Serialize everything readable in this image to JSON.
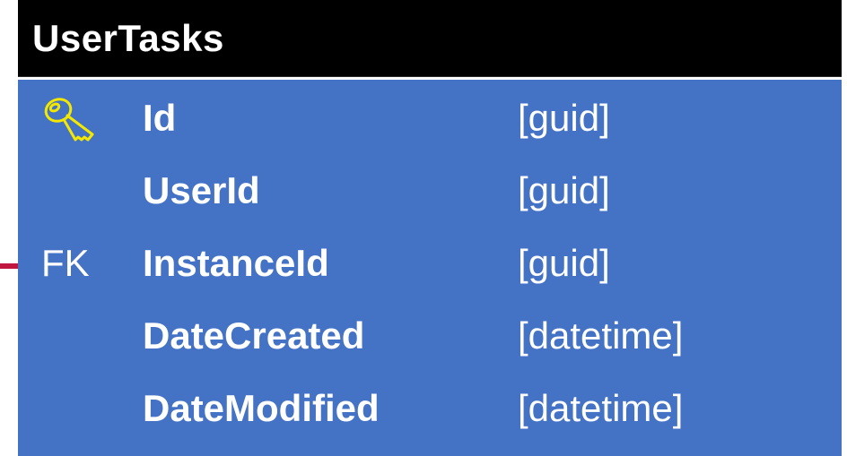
{
  "table": {
    "title": "UserTasks",
    "colors": {
      "header_bg": "#000000",
      "body_bg": "#4472c4",
      "text": "#ffffff",
      "key_icon": "#f5e800",
      "relation_line": "#c0163f"
    },
    "rows": [
      {
        "marker": "",
        "marker_icon": "key-icon",
        "name": "Id",
        "type": "[guid]"
      },
      {
        "marker": "",
        "marker_icon": "",
        "name": "UserId",
        "type": "[guid]"
      },
      {
        "marker": "FK",
        "marker_icon": "",
        "name": "InstanceId",
        "type": "[guid]"
      },
      {
        "marker": "",
        "marker_icon": "",
        "name": "DateCreated",
        "type": "[datetime]"
      },
      {
        "marker": "",
        "marker_icon": "",
        "name": "DateModified",
        "type": "[datetime]"
      }
    ]
  }
}
